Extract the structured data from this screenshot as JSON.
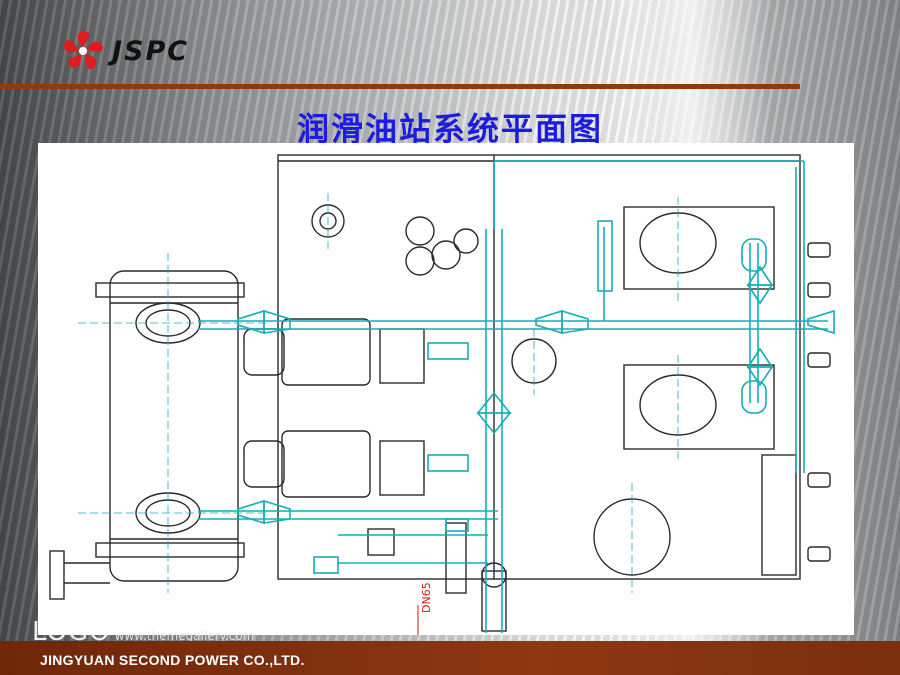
{
  "header": {
    "brand_text": "JSPC",
    "brand_color": "#e11b1b"
  },
  "slide": {
    "title": "润滑油站系统平面图",
    "title_color": "#1c1ce0"
  },
  "drawing": {
    "dimension_label": "DN65",
    "line_color": "#13aeb6"
  },
  "watermark": {
    "logo": "LOGO",
    "url": "www.themegallery.com"
  },
  "footer": {
    "company": "JINGYUAN SECOND POWER CO.,LTD.",
    "bar_color": "#7a2e0c"
  }
}
